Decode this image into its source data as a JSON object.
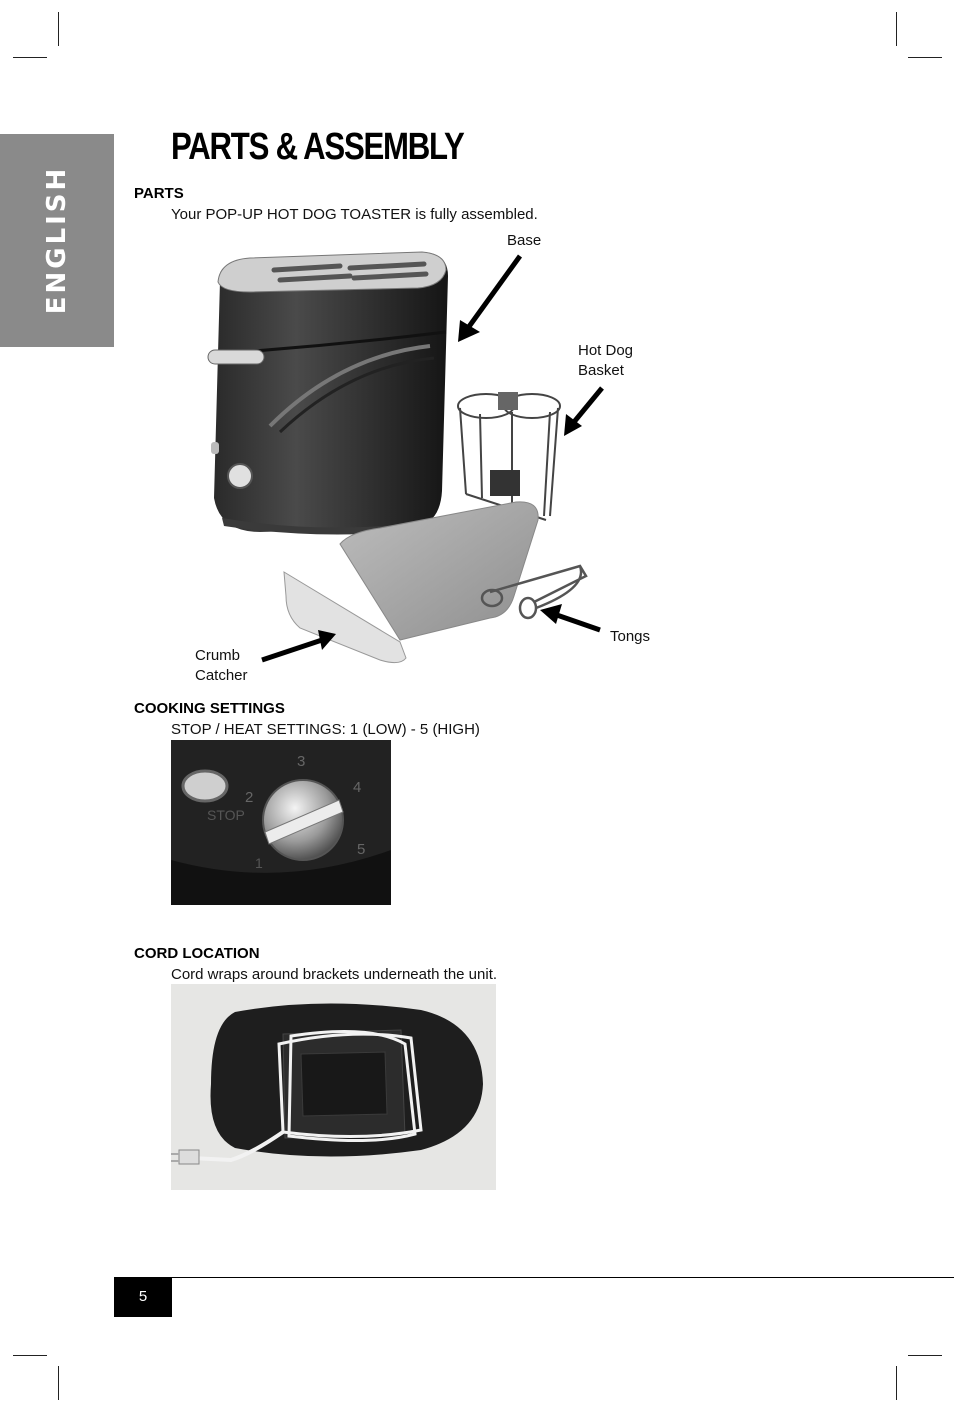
{
  "sidebar": {
    "language": "ENGLISH"
  },
  "title": "PARTS & ASSEMBLY",
  "parts": {
    "heading": "PARTS",
    "text": "Your POP-UP HOT DOG TOASTER is fully assembled.",
    "labels": {
      "base": "Base",
      "basket_line1": "Hot Dog",
      "basket_line2": "Basket",
      "tongs": "Tongs",
      "crumb_line1": "Crumb",
      "crumb_line2": "Catcher"
    }
  },
  "cooking": {
    "heading": "COOKING SETTINGS",
    "text": "STOP / HEAT SETTINGS: 1 (LOW) - 5 (HIGH)",
    "dial": {
      "stop": "STOP",
      "n1": "1",
      "n2": "2",
      "n3": "3",
      "n4": "4",
      "n5": "5"
    }
  },
  "cord": {
    "heading": "CORD LOCATION",
    "text": "Cord wraps around brackets underneath the unit."
  },
  "footer": {
    "page_number": "5"
  }
}
